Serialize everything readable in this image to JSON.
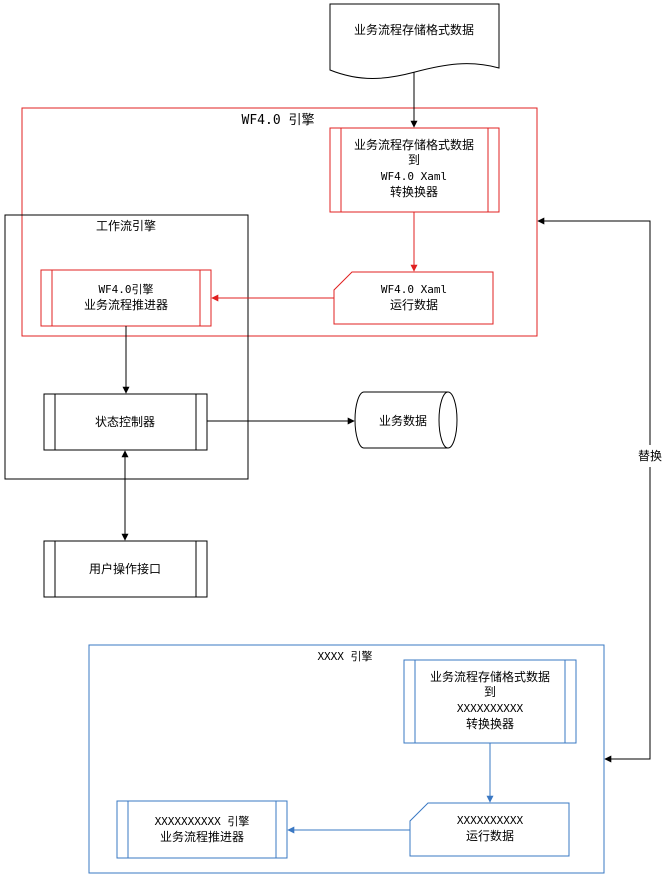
{
  "document": {
    "top_document": "业务流程存储格式数据",
    "wf_engine": {
      "title": "WF4.0 引擎",
      "converter": [
        "业务流程存储格式数据",
        "到",
        "WF4.0 Xaml",
        "转换换器"
      ],
      "runtime_data": [
        "WF4.0 Xaml",
        "运行数据"
      ],
      "advancer": [
        "WF4.0引擎",
        "业务流程推进器"
      ]
    },
    "workflow_engine": {
      "title": "工作流引擎",
      "state_controller": "状态控制器"
    },
    "business_data": "业务数据",
    "user_interface": "用户操作接口",
    "replace_label": "替换",
    "xxxx_engine": {
      "title": "XXXX 引擎",
      "converter": [
        "业务流程存储格式数据",
        "到",
        "XXXXXXXXXX",
        "转换换器"
      ],
      "runtime_data": [
        "XXXXXXXXXX",
        "运行数据"
      ],
      "advancer": [
        "XXXXXXXXXX 引擎",
        "业务流程推进器"
      ]
    },
    "colors": {
      "wf_engine": "#e02020",
      "xxxx_engine": "#3a78c3",
      "default": "#000000"
    }
  }
}
